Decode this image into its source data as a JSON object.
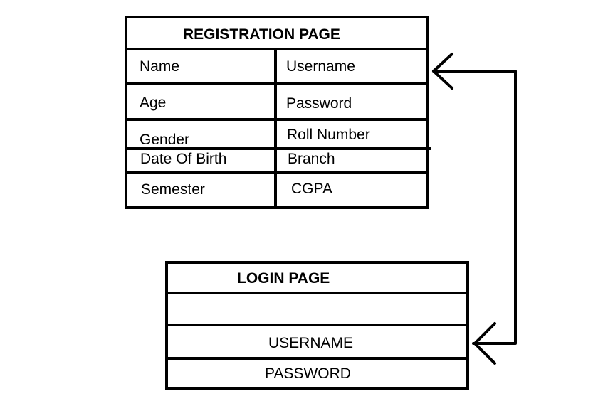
{
  "registration": {
    "title": "REGISTRATION PAGE",
    "left_fields": [
      "Name",
      "Age",
      "Gender",
      "Date Of Birth",
      "Semester"
    ],
    "right_fields": [
      "Username",
      "Password",
      "Roll Number",
      "Branch",
      "CGPA"
    ]
  },
  "login": {
    "title": "LOGIN PAGE",
    "fields": [
      "",
      "USERNAME",
      "PASSWORD"
    ]
  },
  "connector": {
    "type": "bidirectional-arrow",
    "from": "login.USERNAME",
    "to": "registration.Username"
  }
}
